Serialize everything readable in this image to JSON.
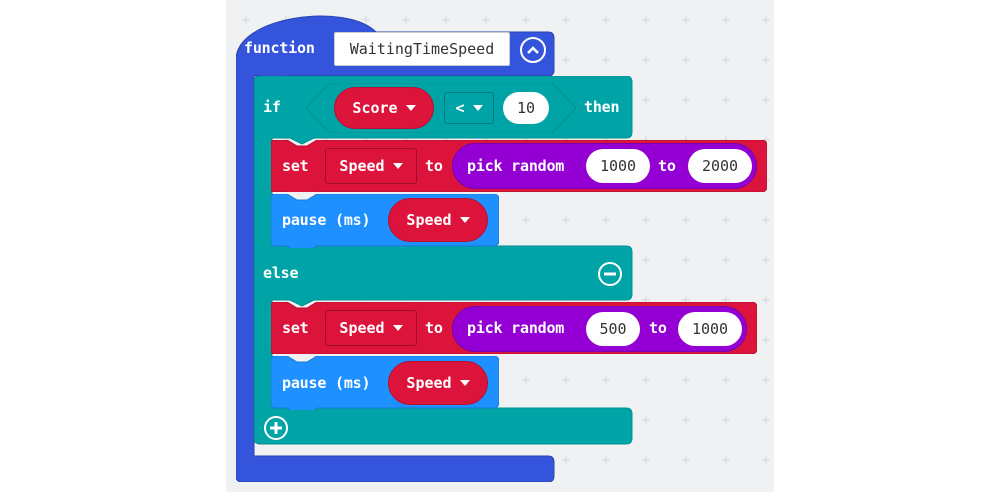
{
  "function_block": {
    "keyword": "function",
    "name": "WaitingTimeSpeed",
    "collapse_icon": "chevron-up-circle-icon"
  },
  "if_block": {
    "if_keyword": "if",
    "then_keyword": "then",
    "else_keyword": "else",
    "remove_else_icon": "minus-circle-icon",
    "add_branch_icon": "plus-circle-icon",
    "condition": {
      "left_variable": "Score",
      "operator": "<",
      "right_value": "10"
    }
  },
  "then_branch": {
    "set": {
      "keyword": "set",
      "variable": "Speed",
      "to_keyword": "to",
      "random_label": "pick random",
      "from": "1000",
      "range_to_keyword": "to",
      "to": "2000"
    },
    "pause": {
      "label": "pause (ms)",
      "variable": "Speed"
    }
  },
  "else_branch": {
    "set": {
      "keyword": "set",
      "variable": "Speed",
      "to_keyword": "to",
      "random_label": "pick random",
      "from": "500",
      "range_to_keyword": "to",
      "to": "1000"
    },
    "pause": {
      "label": "pause (ms)",
      "variable": "Speed"
    }
  },
  "colors": {
    "function": "#3455db",
    "logic": "#00a4a6",
    "variables": "#dc143c",
    "math": "#9400d3",
    "basic": "#1e90ff",
    "workspace": "#f0f1f2"
  }
}
